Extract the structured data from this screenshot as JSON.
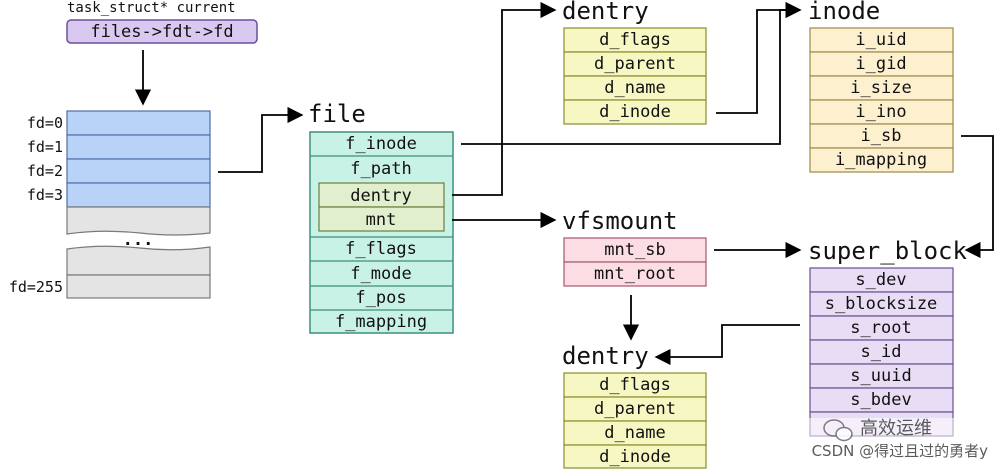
{
  "task": {
    "title": "task_struct* current",
    "expr": "files->fdt->fd"
  },
  "fd_table": {
    "labels": [
      "fd=0",
      "fd=1",
      "fd=2",
      "fd=3"
    ],
    "ellipsis": "...",
    "last_label": "fd=255"
  },
  "file": {
    "title": "file",
    "fields": [
      "f_inode",
      "f_path",
      "dentry",
      "mnt",
      "f_flags",
      "f_mode",
      "f_pos",
      "f_mapping"
    ]
  },
  "dentry_top": {
    "title": "dentry",
    "fields": [
      "d_flags",
      "d_parent",
      "d_name",
      "d_inode"
    ]
  },
  "inode": {
    "title": "inode",
    "fields": [
      "i_uid",
      "i_gid",
      "i_size",
      "i_ino",
      "i_sb",
      "i_mapping"
    ]
  },
  "vfsmount": {
    "title": "vfsmount",
    "fields": [
      "mnt_sb",
      "mnt_root"
    ]
  },
  "super_block": {
    "title": "super_block",
    "fields": [
      "s_dev",
      "s_blocksize",
      "s_root",
      "s_id",
      "s_uuid",
      "s_bdev"
    ]
  },
  "dentry_bottom": {
    "title": "dentry",
    "fields": [
      "d_flags",
      "d_parent",
      "d_name",
      "d_inode"
    ]
  },
  "watermark": {
    "brand": "高效运维",
    "credit": "CSDN @得过且过的勇者y"
  },
  "colors": {
    "task_fill": "#d9c8f0",
    "task_stroke": "#6a4fa0",
    "fd_fill": "#b9d2f7",
    "fd_stroke": "#4d6fa8",
    "empty_fill": "#e4e4e4",
    "empty_stroke": "#7a7a7a",
    "file_fill": "#c9f2e6",
    "file_stroke": "#3f8f7c",
    "path_fill": "#e2efcf",
    "path_stroke": "#6b7f3a",
    "dentry_fill": "#f6f7c2",
    "dentry_stroke": "#8a8c2a",
    "inode_fill": "#fdf0cf",
    "inode_stroke": "#9a8a4a",
    "vfs_fill": "#fbdde3",
    "vfs_stroke": "#a8566a",
    "sb_fill": "#e9dcf5",
    "sb_stroke": "#6a4f8f"
  }
}
